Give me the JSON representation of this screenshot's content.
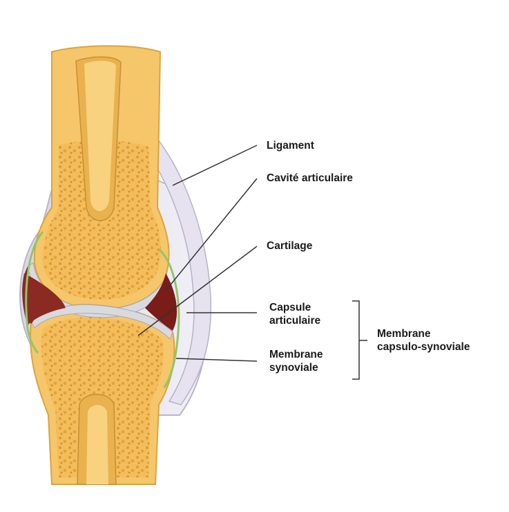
{
  "diagram": {
    "labels": {
      "ligament": "Ligament",
      "cavite": "Cavité articulaire",
      "cartilage": "Cartilage",
      "capsule": "Capsule\narticulaire",
      "membrane_syn": "Membrane\nsynoviale",
      "group": "Membrane\ncapsulo-synoviale"
    },
    "colors": {
      "bone": "#f5c66a",
      "bone_edge": "#d9a441",
      "spongy": "#e9a33e",
      "cavity_red": "#7a1c18",
      "cartilage_grey": "#d9d9e0",
      "synovial_green": "#8fc66a",
      "capsule": "#e7e4ef",
      "line": "#333333"
    }
  }
}
